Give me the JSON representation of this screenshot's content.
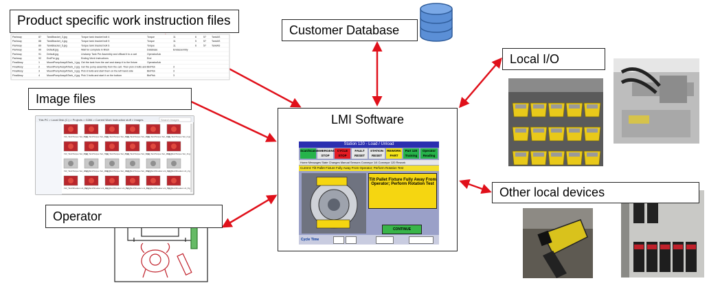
{
  "labels": {
    "product_files": "Product specific work instruction files",
    "customer_db": "Customer Database",
    "local_io": "Local I/O",
    "image_files": "Image files",
    "lmi": "LMI Software",
    "other_devices": "Other local devices",
    "operator": "Operator"
  },
  "colors": {
    "arrow": "#e0101a",
    "database": "#5b8fd6",
    "screen_header": "#2b2fb0",
    "bin_yellow": "#e9c91a",
    "message_yellow": "#f5d611",
    "continue_green": "#39b54a"
  },
  "screen": {
    "header": "Station 120 - Load / Unload",
    "buttons": [
      "Scan/Scanning",
      "EMERGENCY STOP",
      "CYCLE STOP",
      "FAULT RESET",
      "STATION RESET",
      "REWORK PART",
      "Part 120 Training",
      "Operator Reading"
    ],
    "tabs": "Home   Messages   State Changes   Manual   Sensors   Conveyor 1/4   Conveyor 120   Rework",
    "current": "Current: Tilt Pallet Fixture Fully Away From Operator; Perform Rotation Test",
    "message": "Tilt Pallet Fixture Fully Away From Operator; Perform Rotation Test",
    "continue": "CONTINUE",
    "cycle_time": "Cycle Time"
  },
  "spreadsheet_rows": [
    [
      "Parkway",
      "87",
      "TankBracket_3.jpg",
      "Torque tank bracket bolt 4",
      "Torque",
      "11",
      "6",
      "57",
      "TankAS"
    ],
    [
      "Parkway",
      "88",
      "TankBracket_4.jpg",
      "Torque tank bracket bolt 5",
      "Torque",
      "11",
      "5",
      "57",
      "TankAS"
    ],
    [
      "Parkway",
      "89",
      "TankBracket_5.jpg",
      "Torque tank bracket bolt 6",
      "Torque",
      "11",
      "6",
      "57",
      "TankAS"
    ],
    [
      "Parkway",
      "90",
      "Default.jpg",
      "Wait for complete in finish",
      "Database",
      "Endassembly",
      "",
      "",
      ""
    ],
    [
      "Parkway",
      "91",
      "Default.jpg",
      "Unclamp Tank Pre Assembly and offload it to a cart",
      "OperatorAck",
      "",
      "",
      "",
      ""
    ],
    [
      "Parkway",
      "92",
      "EndPre.jpg",
      "Ending Work Instructions",
      "End",
      "",
      "",
      "",
      ""
    ],
    [
      "FinalAssy",
      "1",
      "MountPumpAssyAtTank_1.jpg",
      "Get the tank from the cart and clamp it to the fixture",
      "OperatorAck",
      "",
      "",
      "",
      ""
    ],
    [
      "FinalAssy",
      "2",
      "MountPumpAssyAtTank_2.jpg",
      "Get the pump assembly from the cart. Then pick 3 bolts and",
      "BinPick",
      "3",
      "",
      "",
      ""
    ],
    [
      "FinalAssy",
      "3",
      "MountPumpAssyAtTank_3.jpg",
      "Pick 8 bolts and start them on the left hand side",
      "BinPick",
      "3",
      "",
      "",
      ""
    ],
    [
      "FinalAssy",
      "4",
      "MountPumpAssyAtTank_4.jpg",
      "Pick 3 bolts and start it on the bottom",
      "BinPick",
      "3",
      "",
      "",
      ""
    ]
  ],
  "explorer": {
    "path": "This PC > Local Disk (C:) > Projects > G284 > Current Work Instruction stuff > Images",
    "search_placeholder": "Search images",
    "files": [
      "1W_TankTorque Set_5.jpg",
      "1W_TankTorque Set_4.jpg",
      "1W_TankTorque Set_3.jpg",
      "1W_TankTorque Set_2.jpg",
      "1W_TankTorque Set_1.jpg",
      "1W_TankTorque Set_0.jpg",
      "1W_TankTorque Set_6.jpg",
      "1W_TankTorque Set_7.jpg",
      "1W_TankTorque Set_8.jpg",
      "1W_TankTorque Set_9.jpg",
      "1W_TankTorque Set_10.jpg",
      "1W_TankTorque Set_11.jpg",
      "1W_TankTorque Set_12.jpg",
      "1W_TankTorque Set_13.jpg",
      "1W_TankTorque Set_14.jpg",
      "1W_TankTorque Set_15.jpg",
      "1W_TankShadow ent_1.jpg",
      "1W_TankShadow ent_2.jpg",
      "1W_TankShadow ent_3.jpg",
      "1W_TankShadow ent_4.jpg",
      "1W_TankShadow ent_5.jpg",
      "1W_TankShadow ent_6.jpg",
      "1W_TankShadow ent_7.jpg",
      "1W_TankShadow ent_8.jpg"
    ]
  }
}
